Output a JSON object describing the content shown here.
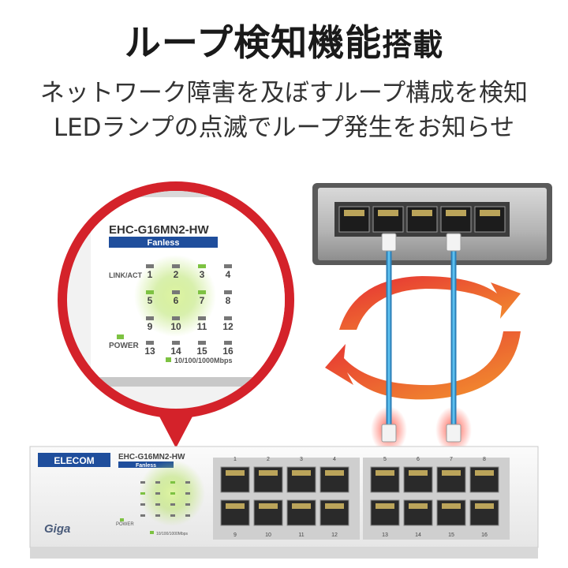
{
  "headline": {
    "main": "ループ検知機能",
    "suffix": "搭載"
  },
  "subtitle": {
    "line1": "ネットワーク障害を及ぼすループ構成を検知",
    "line2": "LEDランプの点滅でループ発生をお知らせ"
  },
  "zoom": {
    "model": "EHC-G16MN2-HW",
    "fanless": "Fanless",
    "link_label": "LINK/ACT",
    "power_label": "POWER",
    "port_numbers": [
      "1",
      "2",
      "3",
      "4",
      "5",
      "6",
      "7",
      "8",
      "9",
      "10",
      "11",
      "12",
      "13",
      "14",
      "15",
      "16"
    ],
    "speed_label": "10/100/1000Mbps"
  },
  "device": {
    "brand": "ELECOM",
    "model": "EHC-G16MN2-HW",
    "fanless": "Fanless",
    "series": "Giga",
    "power_label": "POWER",
    "speed_label": "10/100/1000Mbps",
    "port_numbers": [
      "1",
      "2",
      "3",
      "4",
      "5",
      "6",
      "7",
      "8",
      "9",
      "10",
      "11",
      "12",
      "13",
      "14",
      "15",
      "16"
    ]
  },
  "colors": {
    "zoom_ring": "#d4222a",
    "led_green": "#7dc242",
    "cable_blue": "#3aa0d8",
    "loop_arrow": "#ec5a1f",
    "fanless_bar": "#1f4e9c"
  }
}
